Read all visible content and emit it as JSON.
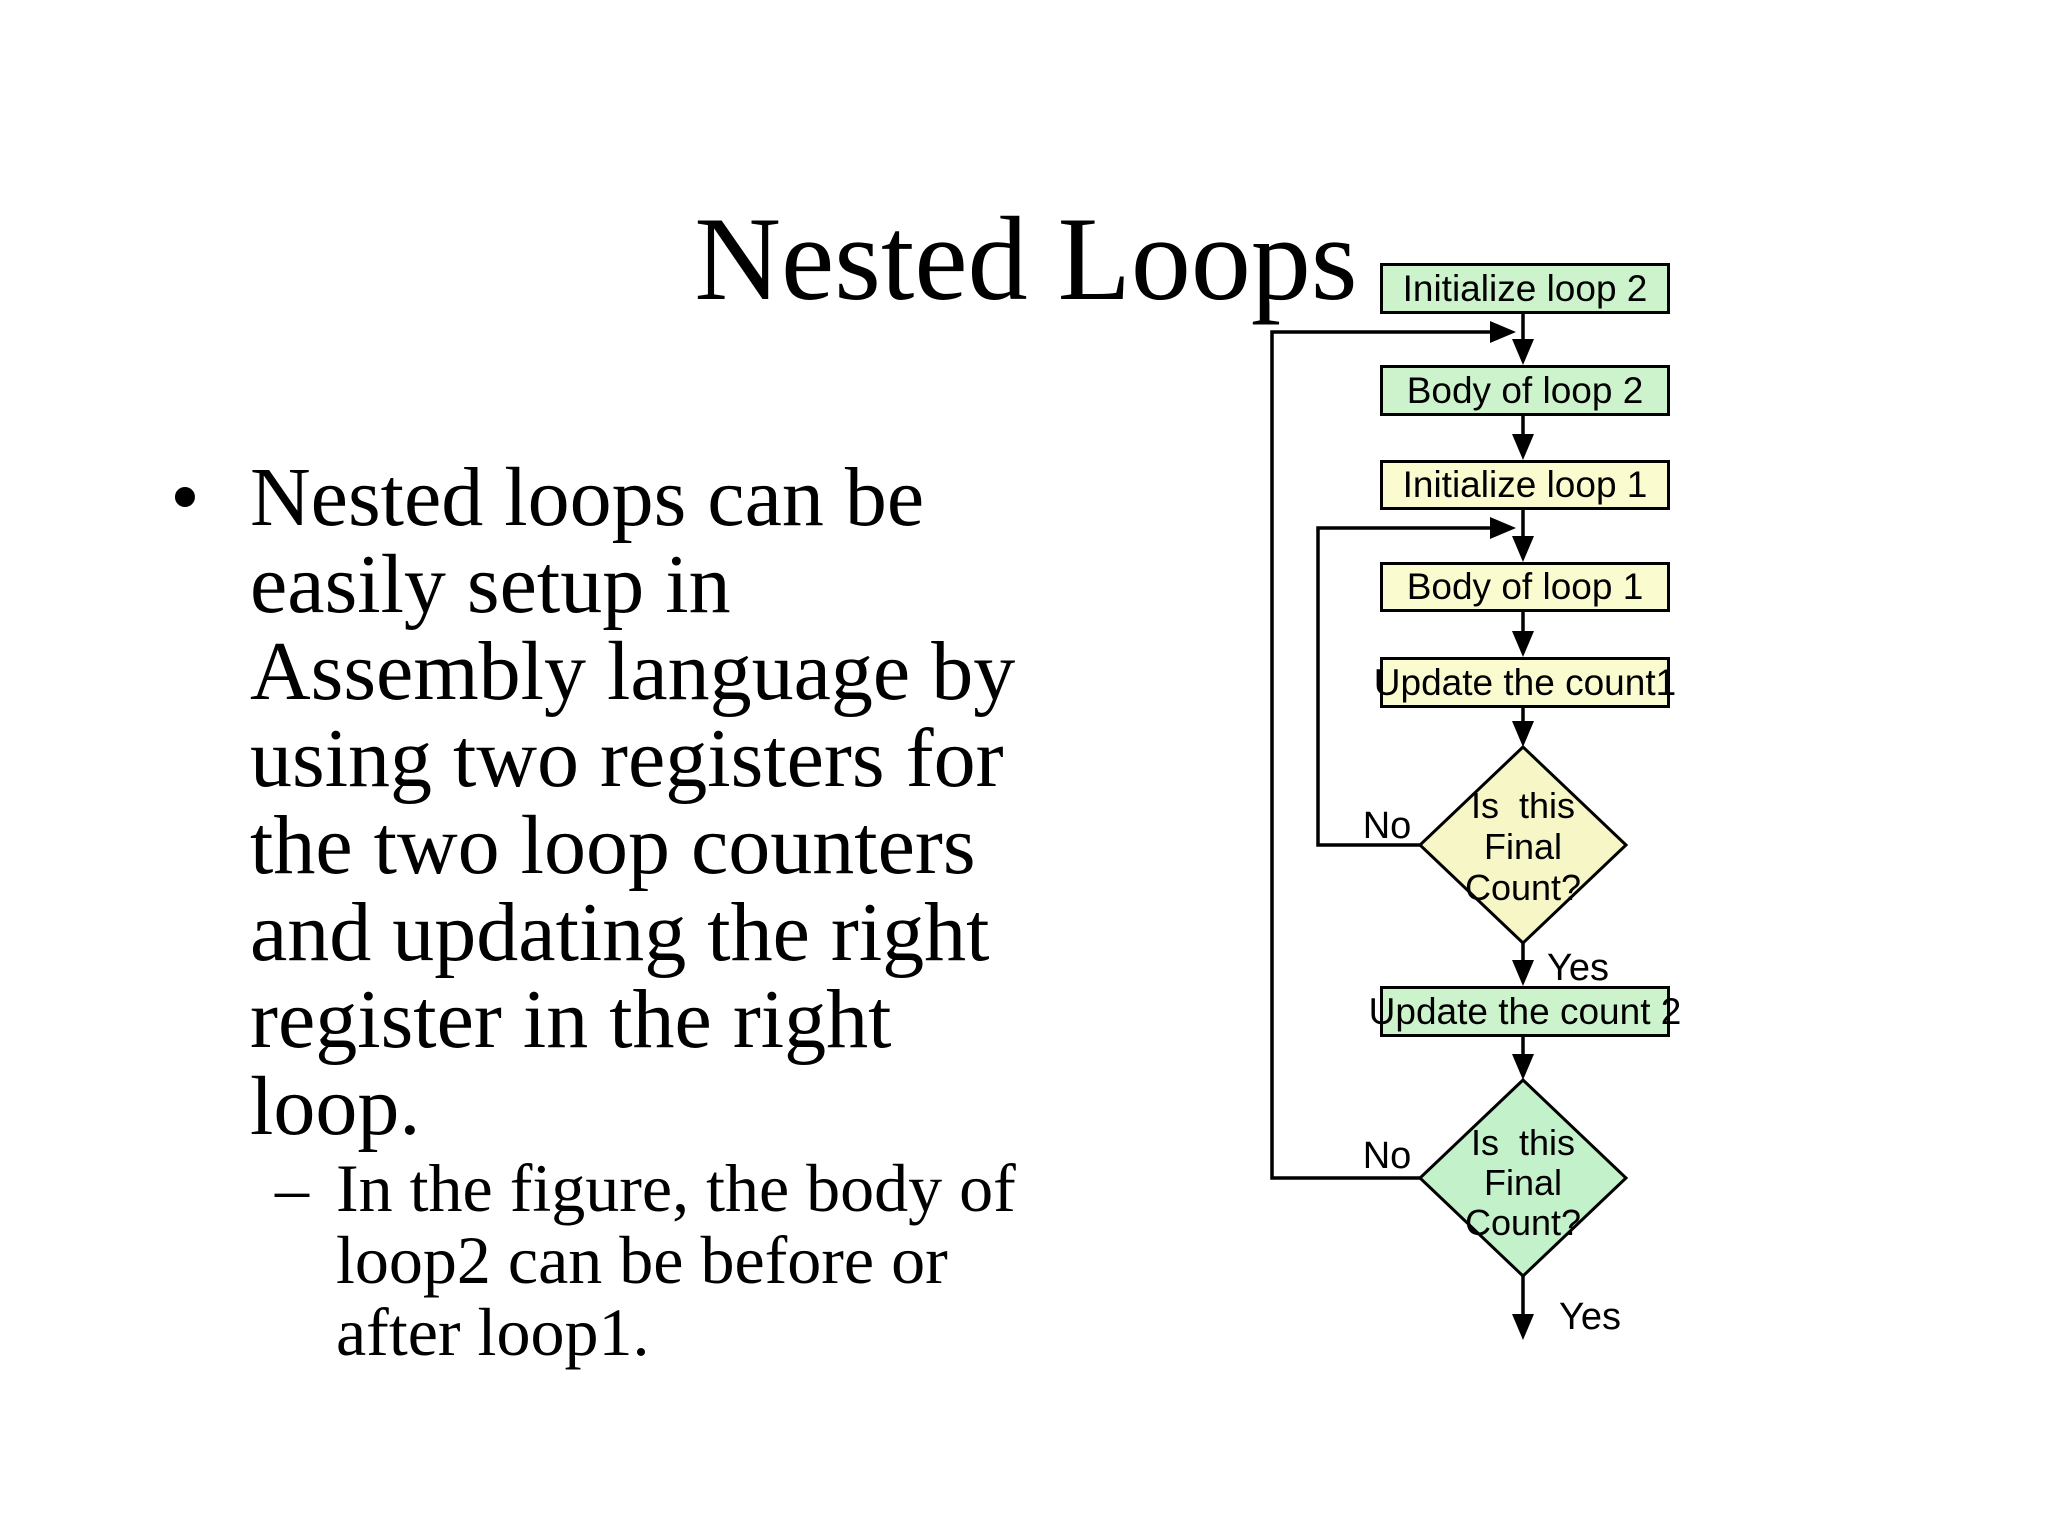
{
  "slide": {
    "title": "Nested Loops",
    "bullet": {
      "marker": "•",
      "lines": [
        "Nested loops can be",
        "easily setup in",
        "Assembly language by",
        "using two registers for",
        "the two loop counters",
        "and updating the right",
        "register in the right",
        "loop."
      ]
    },
    "sub_bullet": {
      "marker": "–",
      "lines": [
        "In the figure, the body of",
        "loop2 can be before or",
        "after loop1."
      ]
    }
  },
  "flowchart": {
    "boxes": [
      {
        "label": "Initialize loop 2",
        "fill": "#ccf3cc"
      },
      {
        "label": "Body of loop 2",
        "fill": "#ccf3cc"
      },
      {
        "label": "Initialize loop 1",
        "fill": "#fbfbd0"
      },
      {
        "label": "Body of loop 1",
        "fill": "#fbfbd0"
      },
      {
        "label": "Update the count1",
        "fill": "#fbfbd0"
      },
      {
        "label": "Update the count 2",
        "fill": "#ccf3cc"
      }
    ],
    "decisions": [
      {
        "line1": "Is  this",
        "line2": "Final",
        "line3": "Count?",
        "fill": "#f6f6c6"
      },
      {
        "line1": "Is  this",
        "line2": "Final",
        "line3": "Count?",
        "fill": "#c3f1c9"
      }
    ],
    "edge_labels": {
      "no1": "No",
      "yes1": "Yes",
      "no2": "No",
      "yes2": "Yes"
    },
    "line_color": "#000000"
  }
}
